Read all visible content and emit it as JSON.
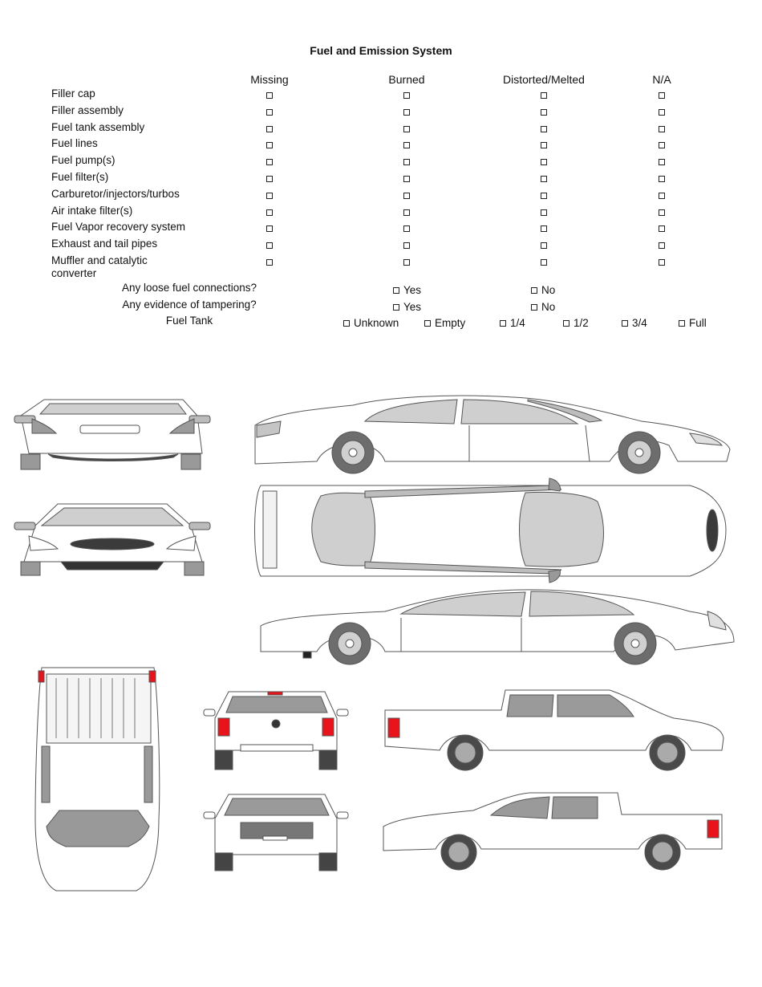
{
  "title": "Fuel and Emission System",
  "columns": [
    "Missing",
    "Burned",
    "Distorted/Melted",
    "N/A"
  ],
  "rows": [
    "Filler cap",
    "Filler assembly",
    "Fuel tank assembly",
    "Fuel lines",
    "Fuel pump(s)",
    "Fuel filter(s)",
    "Carburetor/injectors/turbos",
    "Air intake filter(s)",
    "Fuel Vapor recovery system",
    "Exhaust and tail pipes",
    "Muffler and catalytic converter"
  ],
  "questions": [
    {
      "label": "Any loose fuel connections?",
      "options": [
        "Yes",
        "No"
      ]
    },
    {
      "label": "Any evidence of tampering?",
      "options": [
        "Yes",
        "No"
      ]
    }
  ],
  "fuel_tank": {
    "label": "Fuel Tank",
    "options": [
      "Unknown",
      "Empty",
      "1/4",
      "1/2",
      "3/4",
      "Full"
    ]
  },
  "colors": {
    "glass": "#cfcfcf",
    "tire": "#6d6d6d",
    "rim": "#b8b8b8",
    "light": "#e8141c",
    "outline": "#555555"
  },
  "icons": {
    "car_views": "sedan-outline-icon",
    "truck_views": "pickup-outline-icon"
  }
}
